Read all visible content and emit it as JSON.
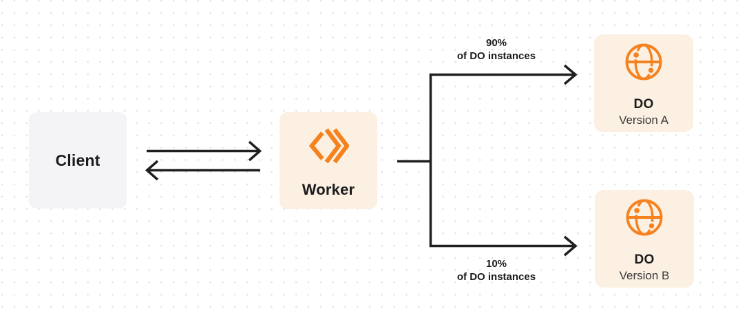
{
  "colors": {
    "background": "#FFFFFF",
    "dot": "#E4E4E8",
    "orange": "#F6821F",
    "cream": "#FBF0E1",
    "client_bg": "#F4F4F6",
    "arrow": "#1F1F1F",
    "text": "#1B1B1D",
    "subtext": "#3A3A3C"
  },
  "nodes": {
    "client": {
      "label": "Client"
    },
    "worker": {
      "label": "Worker"
    },
    "do_a": {
      "title": "DO",
      "subtitle": "Version A"
    },
    "do_b": {
      "title": "DO",
      "subtitle": "Version B"
    }
  },
  "edges": {
    "top": {
      "percent": "90%",
      "caption": "of DO instances"
    },
    "bottom": {
      "percent": "10%",
      "caption": "of DO instances"
    }
  },
  "icons": {
    "worker": "workers-chevrons-icon",
    "do_a": "globe-icon",
    "do_b": "globe-icon"
  }
}
